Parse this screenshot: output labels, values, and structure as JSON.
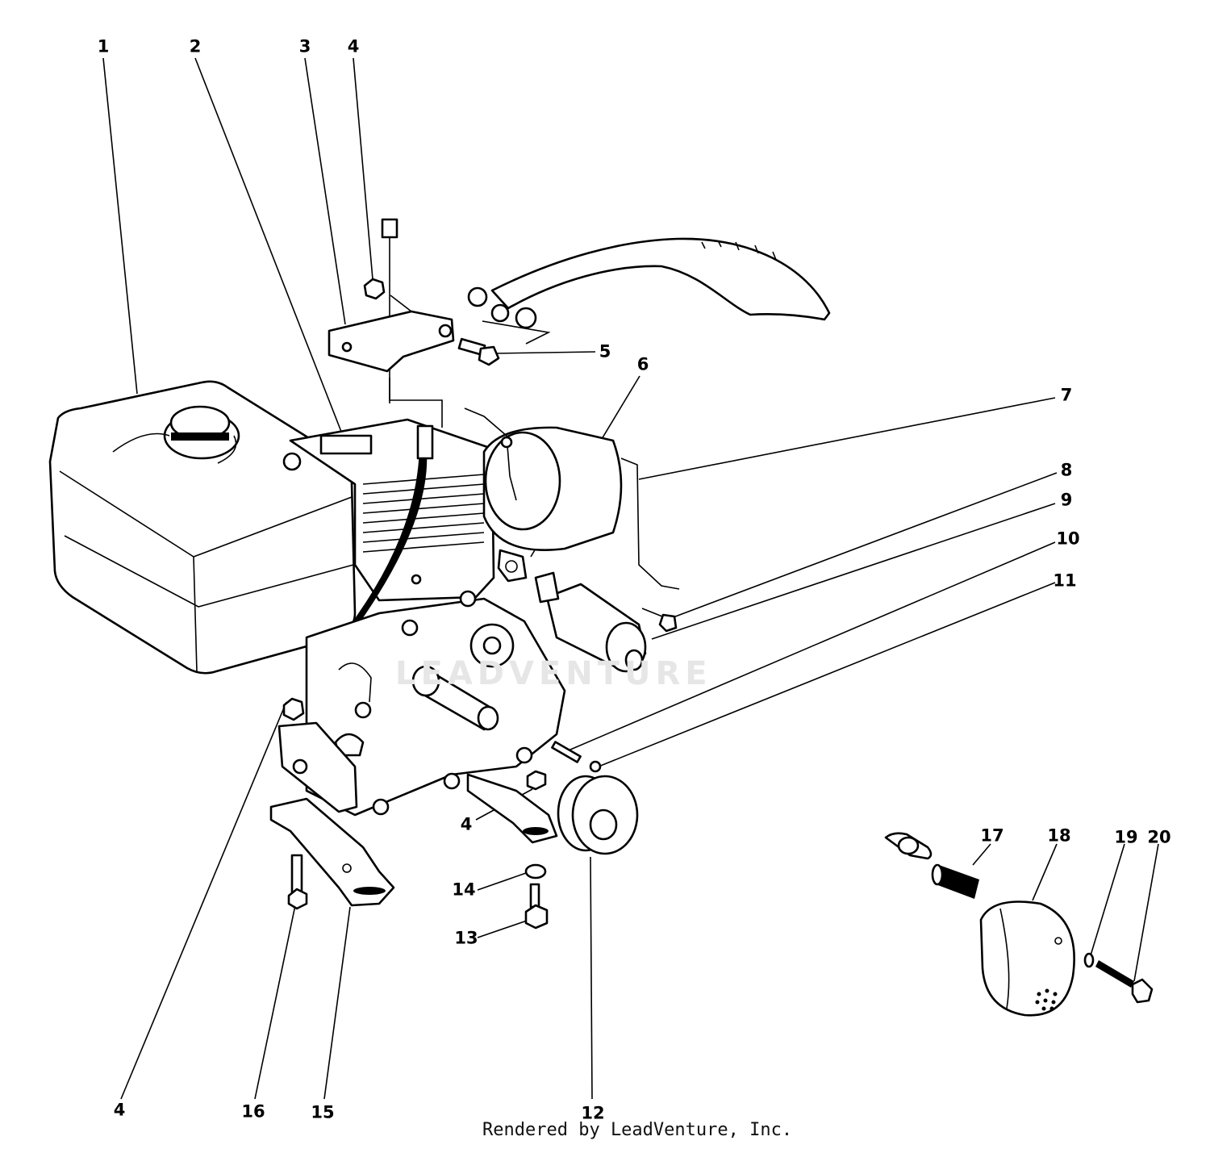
{
  "watermark": "LEADVENTURE",
  "footer": "Rendered by LeadVenture, Inc.",
  "callouts": [
    {
      "id": "c1",
      "label": "1"
    },
    {
      "id": "c2",
      "label": "2"
    },
    {
      "id": "c3",
      "label": "3"
    },
    {
      "id": "c4a",
      "label": "4"
    },
    {
      "id": "c5",
      "label": "5"
    },
    {
      "id": "c6",
      "label": "6"
    },
    {
      "id": "c7",
      "label": "7"
    },
    {
      "id": "c8",
      "label": "8"
    },
    {
      "id": "c9",
      "label": "9"
    },
    {
      "id": "c10",
      "label": "10"
    },
    {
      "id": "c11",
      "label": "11"
    },
    {
      "id": "c4b",
      "label": "4"
    },
    {
      "id": "c12",
      "label": "12"
    },
    {
      "id": "c13",
      "label": "13"
    },
    {
      "id": "c14",
      "label": "14"
    },
    {
      "id": "c4c",
      "label": "4"
    },
    {
      "id": "c15",
      "label": "15"
    },
    {
      "id": "c16",
      "label": "16"
    },
    {
      "id": "c17",
      "label": "17"
    },
    {
      "id": "c18",
      "label": "18"
    },
    {
      "id": "c19",
      "label": "19"
    },
    {
      "id": "c20",
      "label": "20"
    }
  ]
}
